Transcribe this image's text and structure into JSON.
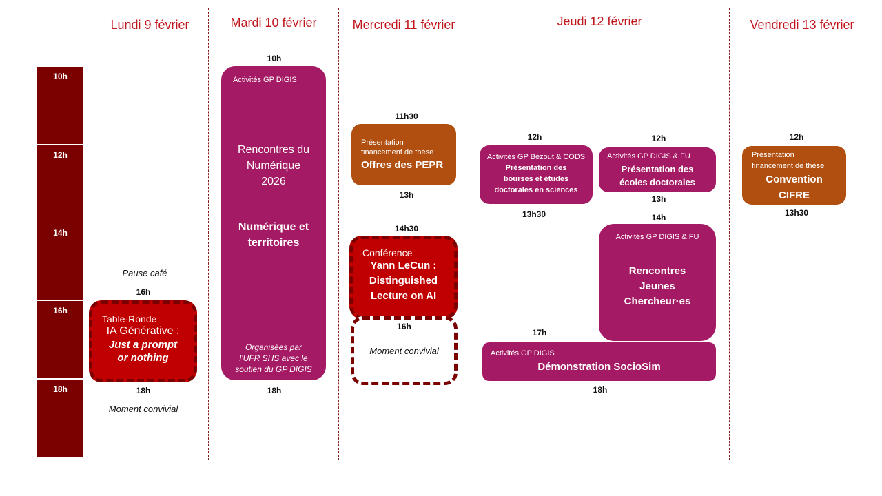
{
  "days": [
    {
      "label": "Lundi 9 février"
    },
    {
      "label": "Mardi 10 février"
    },
    {
      "label": "Mercredi 11 février"
    },
    {
      "label": "Jeudi 12 février"
    },
    {
      "label": "Vendredi 13 février"
    }
  ],
  "timeline": [
    "10h",
    "12h",
    "14h",
    "16h",
    "18h"
  ],
  "colors": {
    "day_title": "#c0161c",
    "timeline": "#7b0000",
    "purple": "#a51a64",
    "orange": "#b04f10",
    "red": "#c00000",
    "dash_border": "#7b0000"
  },
  "monday": {
    "pause": "Pause café",
    "start": "16h",
    "end": "18h",
    "event": {
      "category": "Table-Ronde",
      "title": "IA Générative :",
      "subtitle_line1": "Just a prompt",
      "subtitle_line2": "or nothing"
    },
    "after": "Moment convivial"
  },
  "tuesday": {
    "start": "10h",
    "end": "18h",
    "event": {
      "org": "Activités GP DIGIS",
      "title_line1": "Rencontres du",
      "title_line2": "Numérique",
      "title_line3": "2026",
      "theme_line1": "Numérique et",
      "theme_line2": "territoires",
      "note_line1": "Organisées par",
      "note_line2": "l’UFR SHS avec le",
      "note_line3": "soutien du GP DIGIS"
    }
  },
  "wednesday": {
    "pepr": {
      "start": "11h30",
      "end": "13h",
      "line1": "Présentation",
      "line2": "financement de thèse",
      "title": "Offres des PEPR"
    },
    "conference": {
      "start": "14h30",
      "category": "Conférence",
      "title_line1": "Yann LeCun :",
      "title_line2": "Distinguished",
      "title_line3": "Lecture on AI"
    },
    "convivial": {
      "start": "16h",
      "label": "Moment convivial"
    }
  },
  "thursday": {
    "bourses": {
      "start": "12h",
      "end": "13h30",
      "org": "Activités GP Bézout & CODS",
      "line1": "Présentation des",
      "line2": "bourses et études",
      "line3": "doctorales en sciences"
    },
    "ecoles": {
      "start": "12h",
      "end": "13h",
      "org": "Activités GP DIGIS & FU",
      "line1": "Présentation des",
      "line2": "écoles doctorales"
    },
    "jeunes": {
      "start": "14h",
      "org": "Activités GP DIGIS & FU",
      "line1": "Rencontres",
      "line2": "Jeunes",
      "line3": "Chercheur·es"
    },
    "sociosim": {
      "start": "17h",
      "end": "18h",
      "org": "Activités GP DIGIS",
      "title": "Démonstration SocioSim"
    }
  },
  "friday": {
    "cifre": {
      "start": "12h",
      "end": "13h30",
      "line1": "Présentation",
      "line2": "financement de thèse",
      "title_line1": "Convention",
      "title_line2": "CIFRE"
    }
  }
}
